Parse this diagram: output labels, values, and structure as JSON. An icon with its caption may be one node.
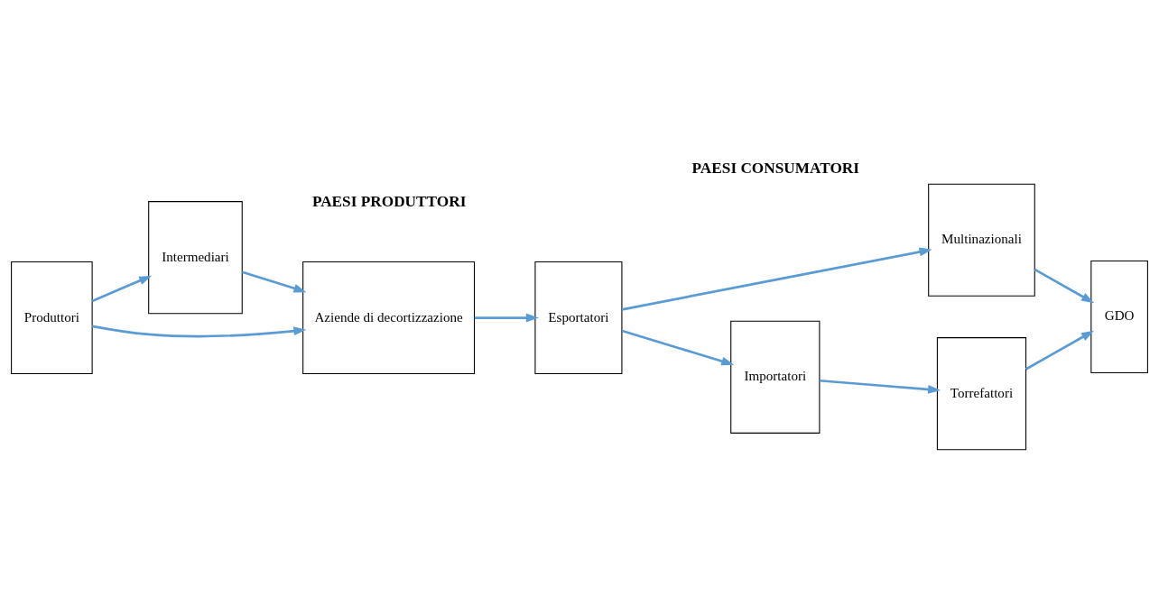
{
  "diagram": {
    "nodes": [
      {
        "text": [
          "Produttori"
        ]
      },
      {
        "text": [
          "Intermediari"
        ]
      },
      {
        "text": [
          "Aziende di decortizzazione"
        ]
      },
      {
        "text": [
          "Esportatori"
        ]
      },
      {
        "text": [
          "Multinazionali"
        ]
      },
      {
        "text": [
          "Importatori"
        ]
      },
      {
        "text": [
          "Torrefattori"
        ]
      },
      {
        "text": [
          "GDO"
        ]
      }
    ],
    "edges": [
      {
        "from": 0,
        "to": 1,
        "arrow": "to"
      },
      {
        "from": 1,
        "to": 2,
        "arrow": "to"
      },
      {
        "from": 0,
        "to": 2,
        "arrow": "to"
      },
      {
        "from": 2,
        "to": 3,
        "arrow": "to"
      },
      {
        "from": 3,
        "to": 4,
        "arrow": "to"
      },
      {
        "from": 3,
        "to": 5,
        "arrow": "to"
      },
      {
        "from": 5,
        "to": 6,
        "arrow": "to"
      },
      {
        "from": 4,
        "to": 7,
        "arrow": "to"
      },
      {
        "from": 6,
        "to": 7,
        "arrow": "to"
      }
    ],
    "labels": [
      "PAESI PRODUTTORI",
      "PAESI CONSUMATORI"
    ]
  }
}
